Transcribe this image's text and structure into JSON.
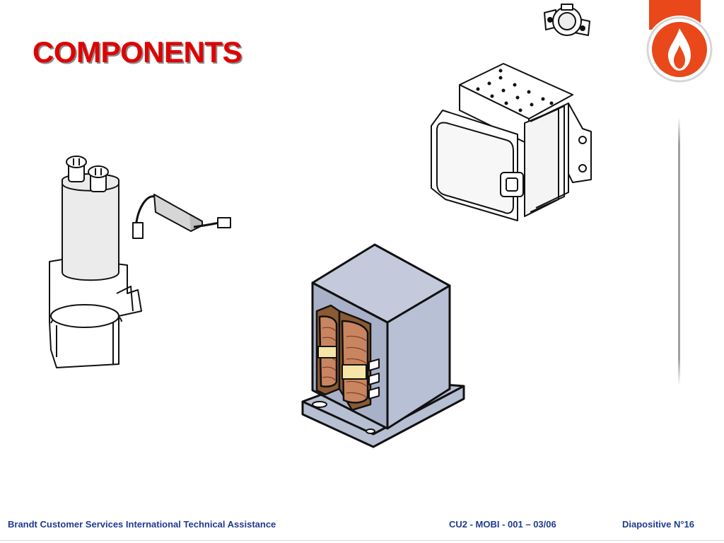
{
  "slide": {
    "title": "COMPONENTS",
    "brand_color": "#e8481a",
    "title_color": "#e00000"
  },
  "illustrations": [
    {
      "name": "capacitor-with-diode",
      "icon": "capacitor-illustration"
    },
    {
      "name": "thermostat",
      "icon": "thermostat-illustration"
    },
    {
      "name": "magnetron",
      "icon": "magnetron-illustration"
    },
    {
      "name": "high-voltage-transformer",
      "icon": "transformer-illustration"
    }
  ],
  "footer": {
    "left": "Brandt Customer Services International Technical Assistance",
    "middle": "CU2 - MOBI - 001 – 03/06",
    "right": "Diapositive  N°16",
    "color": "#1f3b8f"
  }
}
